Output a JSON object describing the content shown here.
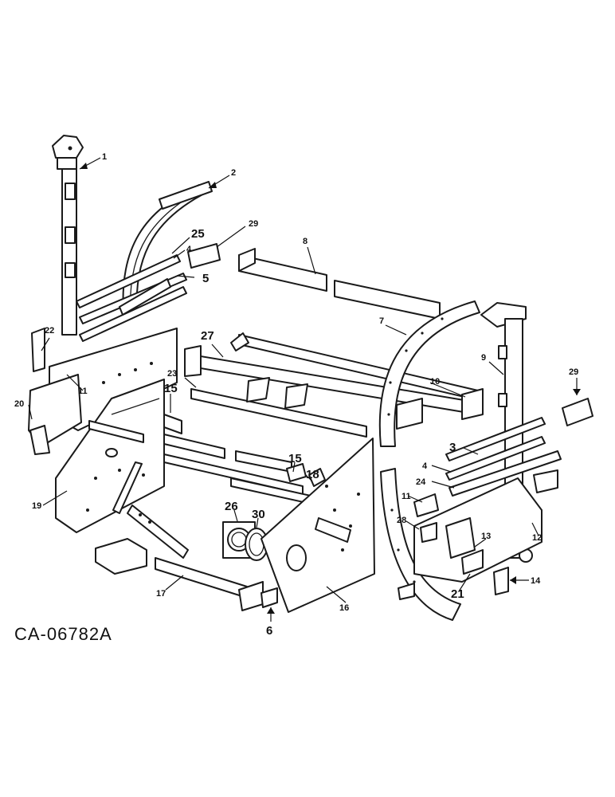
{
  "drawing_code": "CA-06782A",
  "part_labels": [
    "1",
    "2",
    "25",
    "4",
    "29",
    "5",
    "8",
    "22",
    "27",
    "7",
    "9",
    "29",
    "23",
    "15",
    "10",
    "11",
    "20",
    "3",
    "4",
    "24",
    "15",
    "18",
    "11",
    "19",
    "26",
    "30",
    "28",
    "13",
    "12",
    "17",
    "16",
    "21",
    "14",
    "6"
  ]
}
